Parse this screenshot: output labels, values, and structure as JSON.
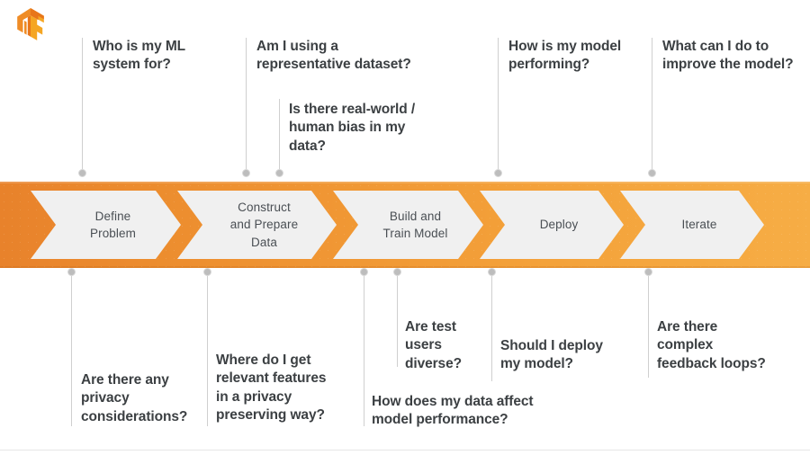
{
  "logo": {
    "name": "tensorflow-logo",
    "color": "#ef8c26",
    "color_dark": "#e8761a"
  },
  "colors": {
    "bar_left": "#e8822b",
    "bar_right": "#f6ad45",
    "chevron_fill": "#f0f0f0",
    "text": "#3c4043",
    "step_text": "#4a4f54",
    "connector": "#cfcfcf",
    "dot": "#bdbdbd"
  },
  "process": {
    "steps": [
      {
        "label": "Define\nProblem"
      },
      {
        "label": "Construct\nand Prepare\nData"
      },
      {
        "label": "Build and\nTrain Model"
      },
      {
        "label": "Deploy"
      },
      {
        "label": "Iterate"
      }
    ]
  },
  "questions_above": [
    {
      "id": "who-is-my-ml-system-for",
      "text": "Who is my ML\nsystem for?"
    },
    {
      "id": "am-i-using-a-representative-dataset",
      "text": "Am I using a\nrepresentative dataset?"
    },
    {
      "id": "is-there-real-world-human-bias-in-my-data",
      "text": "Is there real-world /\nhuman bias in my\ndata?"
    },
    {
      "id": "how-is-my-model-performing",
      "text": "How is my model\nperforming?"
    },
    {
      "id": "what-can-i-do-to-improve-the-model",
      "text": "What can I do to\nimprove the model?"
    }
  ],
  "questions_below": [
    {
      "id": "are-there-any-privacy-considerations",
      "text": "Are there any\nprivacy\nconsiderations?"
    },
    {
      "id": "where-do-i-get-relevant-features-in-a-privacy-preserving-way",
      "text": "Where do I get\nrelevant features\nin a privacy\npreserving way?"
    },
    {
      "id": "how-does-my-data-affect-model-performance",
      "text": "How does my data affect\nmodel performance?"
    },
    {
      "id": "are-test-users-diverse",
      "text": "Are test\nusers\ndiverse?"
    },
    {
      "id": "should-i-deploy-my-model",
      "text": "Should I deploy\nmy model?"
    },
    {
      "id": "are-there-complex-feedback-loops",
      "text": "Are there\ncomplex\nfeedback loops?"
    }
  ]
}
